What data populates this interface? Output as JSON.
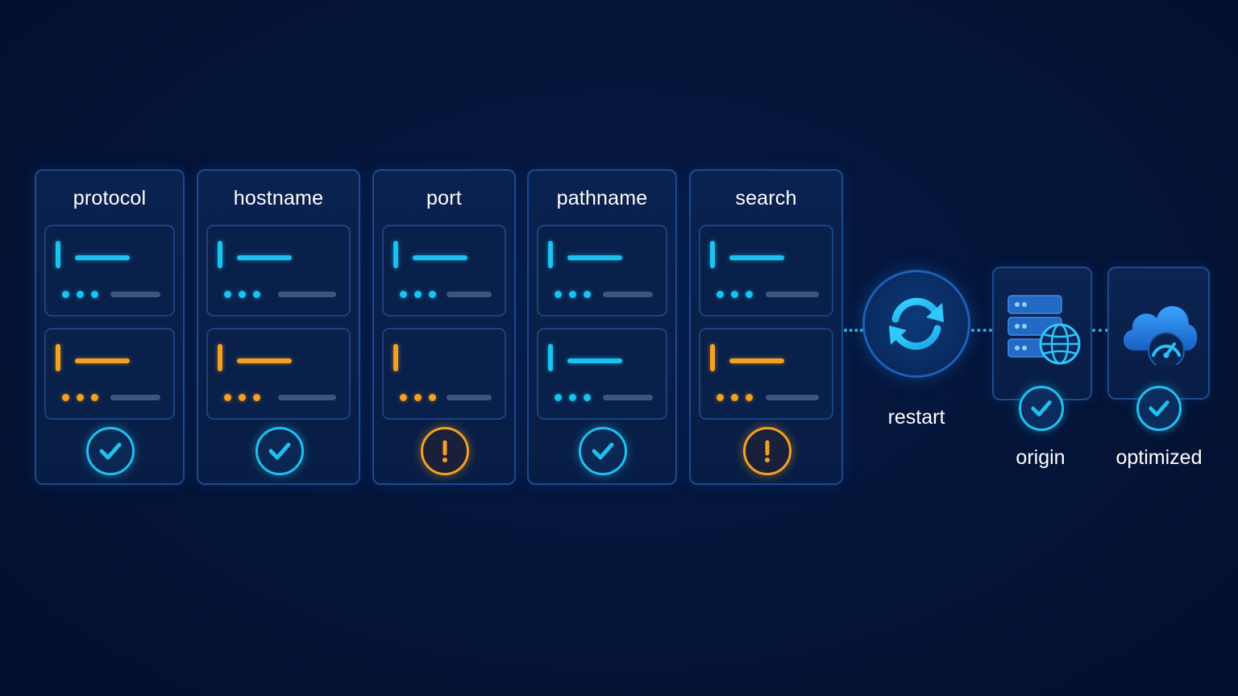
{
  "columns": [
    {
      "key": "protocol",
      "title": "protocol",
      "rows": [
        "cyan",
        "orange"
      ],
      "status": "ok",
      "status_icon": "check-icon"
    },
    {
      "key": "hostname",
      "title": "hostname",
      "rows": [
        "cyan",
        "orange"
      ],
      "status": "ok",
      "status_icon": "check-icon"
    },
    {
      "key": "port",
      "title": "port",
      "rows": [
        "cyan",
        "orange-partial"
      ],
      "status": "warn",
      "status_icon": "exclamation-icon"
    },
    {
      "key": "pathname",
      "title": "pathname",
      "rows": [
        "cyan",
        "cyan"
      ],
      "status": "ok",
      "status_icon": "check-icon"
    },
    {
      "key": "search",
      "title": "search",
      "rows": [
        "cyan",
        "orange"
      ],
      "status": "warn",
      "status_icon": "exclamation-icon"
    }
  ],
  "flow": {
    "restart": {
      "label": "restart",
      "icon": "refresh-icon"
    },
    "origin": {
      "label": "origin",
      "icon": "server-globe-icon",
      "status_icon": "check-icon"
    },
    "optimized": {
      "label": "optimized",
      "icon": "cloud-speedometer-icon",
      "status_icon": "check-icon"
    }
  },
  "colors": {
    "background": "#03102e",
    "accent_cyan": "#19c3f0",
    "accent_orange": "#f4a020",
    "border": "#1d4a8f"
  }
}
